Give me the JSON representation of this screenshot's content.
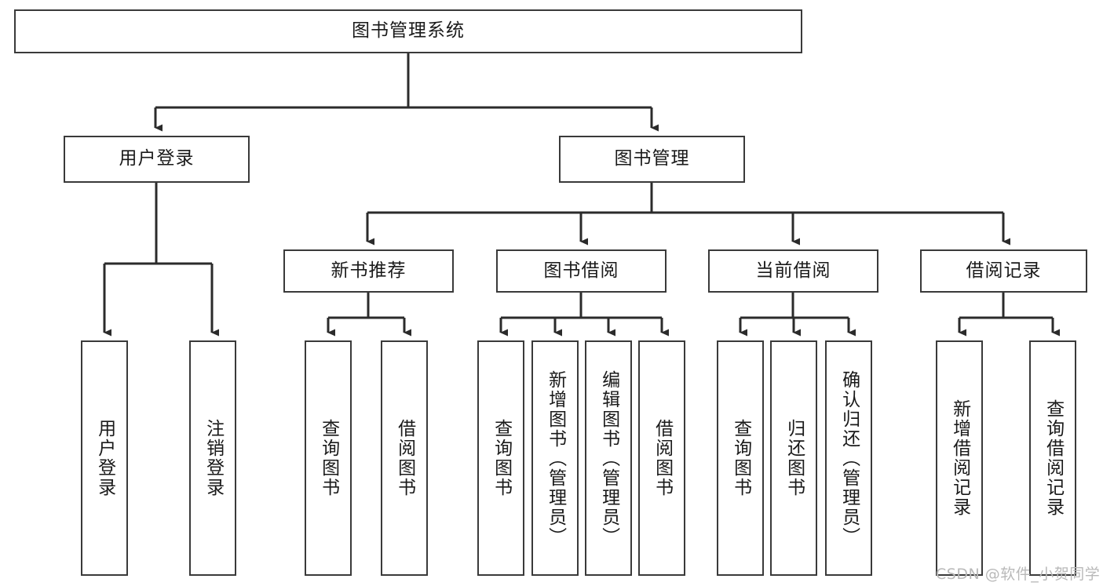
{
  "diagram": {
    "title": "图书管理系统",
    "watermark": "CSDN @软件_小贺同学",
    "colors": {
      "box_border": "#3a3a3a",
      "connector": "#2b2b2b",
      "background": "#ffffff",
      "text": "#1a1a1a",
      "watermark": "#b9b9b9"
    },
    "root": {
      "label": "图书管理系统"
    },
    "level2": [
      {
        "label": "用户登录"
      },
      {
        "label": "图书管理"
      }
    ],
    "level3": [
      {
        "label": "新书推荐"
      },
      {
        "label": "图书借阅"
      },
      {
        "label": "当前借阅"
      },
      {
        "label": "借阅记录"
      }
    ],
    "leaves": {
      "user_login": [
        {
          "label": "用户登录"
        },
        {
          "label": "注销登录"
        }
      ],
      "new_book_recommend": [
        {
          "label": "查询图书"
        },
        {
          "label": "借阅图书"
        }
      ],
      "book_borrow": [
        {
          "label": "查询图书"
        },
        {
          "label": "新增图书（管理员）"
        },
        {
          "label": "编辑图书（管理员）"
        },
        {
          "label": "借阅图书"
        }
      ],
      "current_borrow": [
        {
          "label": "查询图书"
        },
        {
          "label": "归还图书"
        },
        {
          "label": "确认归还（管理员）"
        }
      ],
      "borrow_record": [
        {
          "label": "新增借阅记录"
        },
        {
          "label": "查询借阅记录"
        }
      ]
    }
  }
}
